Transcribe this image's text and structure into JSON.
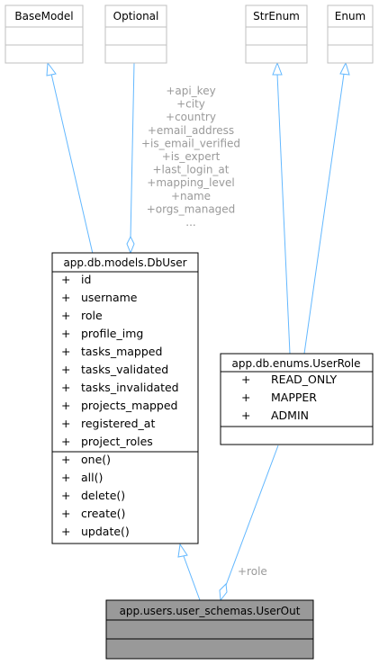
{
  "external_classes": [
    {
      "id": "basemodel",
      "name": "BaseModel"
    },
    {
      "id": "optional",
      "name": "Optional"
    },
    {
      "id": "strenum",
      "name": "StrEnum"
    },
    {
      "id": "enum",
      "name": "Enum"
    }
  ],
  "dbuser": {
    "name": "app.db.models.DbUser",
    "attributes": [
      {
        "vis": "+",
        "name": "id"
      },
      {
        "vis": "+",
        "name": "username"
      },
      {
        "vis": "+",
        "name": "role"
      },
      {
        "vis": "+",
        "name": "profile_img"
      },
      {
        "vis": "+",
        "name": "tasks_mapped"
      },
      {
        "vis": "+",
        "name": "tasks_validated"
      },
      {
        "vis": "+",
        "name": "tasks_invalidated"
      },
      {
        "vis": "+",
        "name": "projects_mapped"
      },
      {
        "vis": "+",
        "name": "registered_at"
      },
      {
        "vis": "+",
        "name": "project_roles"
      }
    ],
    "methods": [
      {
        "vis": "+",
        "name": "one()"
      },
      {
        "vis": "+",
        "name": "all()"
      },
      {
        "vis": "+",
        "name": "delete()"
      },
      {
        "vis": "+",
        "name": "create()"
      },
      {
        "vis": "+",
        "name": "update()"
      }
    ]
  },
  "userrole": {
    "name": "app.db.enums.UserRole",
    "attributes": [
      {
        "vis": "+",
        "name": "READ_ONLY"
      },
      {
        "vis": "+",
        "name": "MAPPER"
      },
      {
        "vis": "+",
        "name": "ADMIN"
      }
    ]
  },
  "userout": {
    "name": "app.users.user_schemas.UserOut"
  },
  "optional_link_labels": [
    "+api_key",
    "+city",
    "+country",
    "+email_address",
    "+is_email_verified",
    "+is_expert",
    "+last_login_at",
    "+mapping_level",
    "+name",
    "+orgs_managed",
    "..."
  ],
  "role_link_label": "+role",
  "colors": {
    "edge": "#63b8ff",
    "box_stroke": "#000000",
    "external_stroke": "#bfbfbf",
    "highlight_fill": "#999999",
    "label_text": "#9a9a9a"
  }
}
